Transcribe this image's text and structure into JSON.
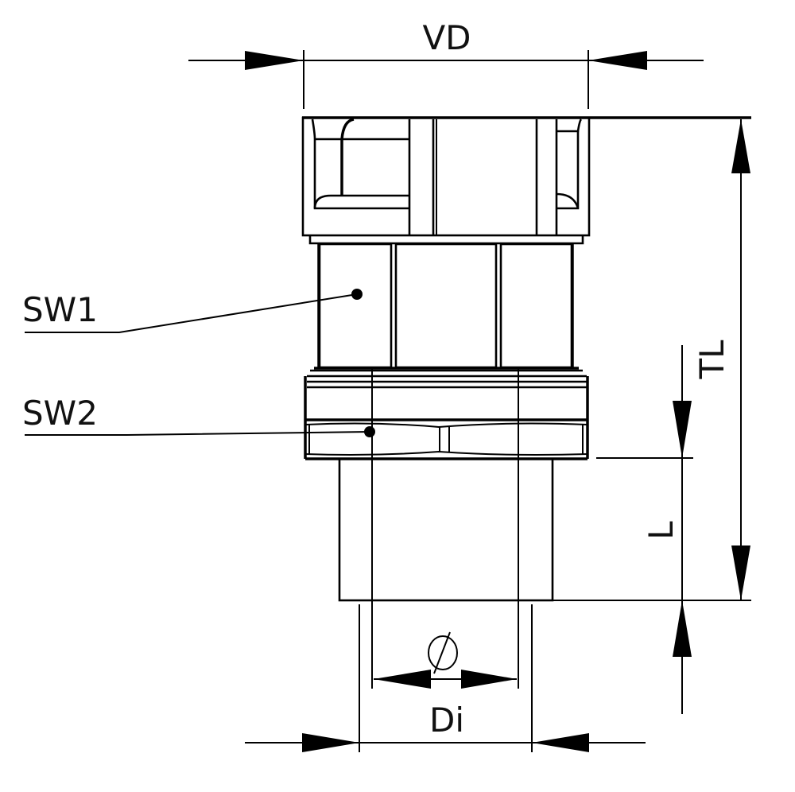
{
  "drawing": {
    "type": "technical-drawing",
    "subject": "threaded pipe fitting with hexagonal nuts",
    "line_color": "#000000",
    "background": "#ffffff"
  },
  "dimensions": {
    "vd": {
      "label": "VD",
      "orientation": "horizontal",
      "position": "top"
    },
    "tl": {
      "label": "TL",
      "orientation": "vertical",
      "position": "right-outer"
    },
    "l": {
      "label": "L",
      "orientation": "vertical",
      "position": "right-inner"
    },
    "di": {
      "label": "Di",
      "orientation": "horizontal",
      "position": "bottom"
    },
    "diameter": {
      "label": "∅",
      "orientation": "horizontal",
      "position": "bottom-inner"
    }
  },
  "callouts": {
    "sw1": {
      "label": "SW1",
      "target": "upper hex nut"
    },
    "sw2": {
      "label": "SW2",
      "target": "lower hex nut"
    }
  }
}
